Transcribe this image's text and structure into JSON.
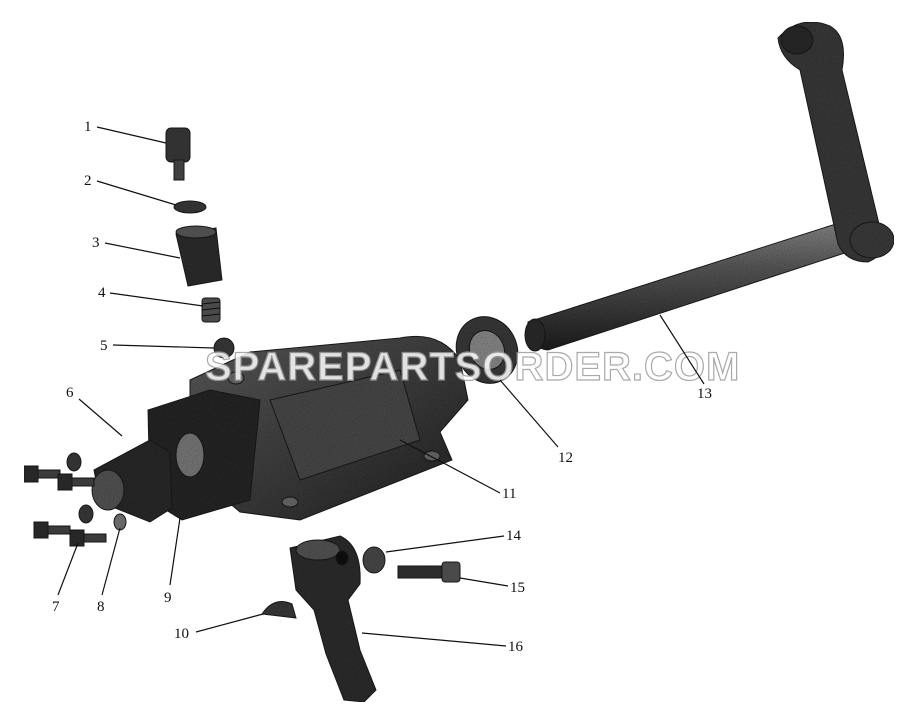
{
  "watermark": "SPAREPARTSORDER.COM",
  "colors": {
    "dark": "#1f1f1f",
    "mid": "#4a4a4a",
    "light": "#7a7a7a",
    "paper": "#ffffff"
  },
  "callouts": [
    {
      "id": "1",
      "text": "1"
    },
    {
      "id": "2",
      "text": "2"
    },
    {
      "id": "3",
      "text": "3"
    },
    {
      "id": "4",
      "text": "4"
    },
    {
      "id": "5",
      "text": "5"
    },
    {
      "id": "6",
      "text": "6"
    },
    {
      "id": "7",
      "text": "7"
    },
    {
      "id": "8",
      "text": "8"
    },
    {
      "id": "9",
      "text": "9"
    },
    {
      "id": "10",
      "text": "10"
    },
    {
      "id": "11",
      "text": "11"
    },
    {
      "id": "12",
      "text": "12"
    },
    {
      "id": "13",
      "text": "13"
    },
    {
      "id": "14",
      "text": "14"
    },
    {
      "id": "15",
      "text": "15"
    },
    {
      "id": "16",
      "text": "16"
    }
  ]
}
